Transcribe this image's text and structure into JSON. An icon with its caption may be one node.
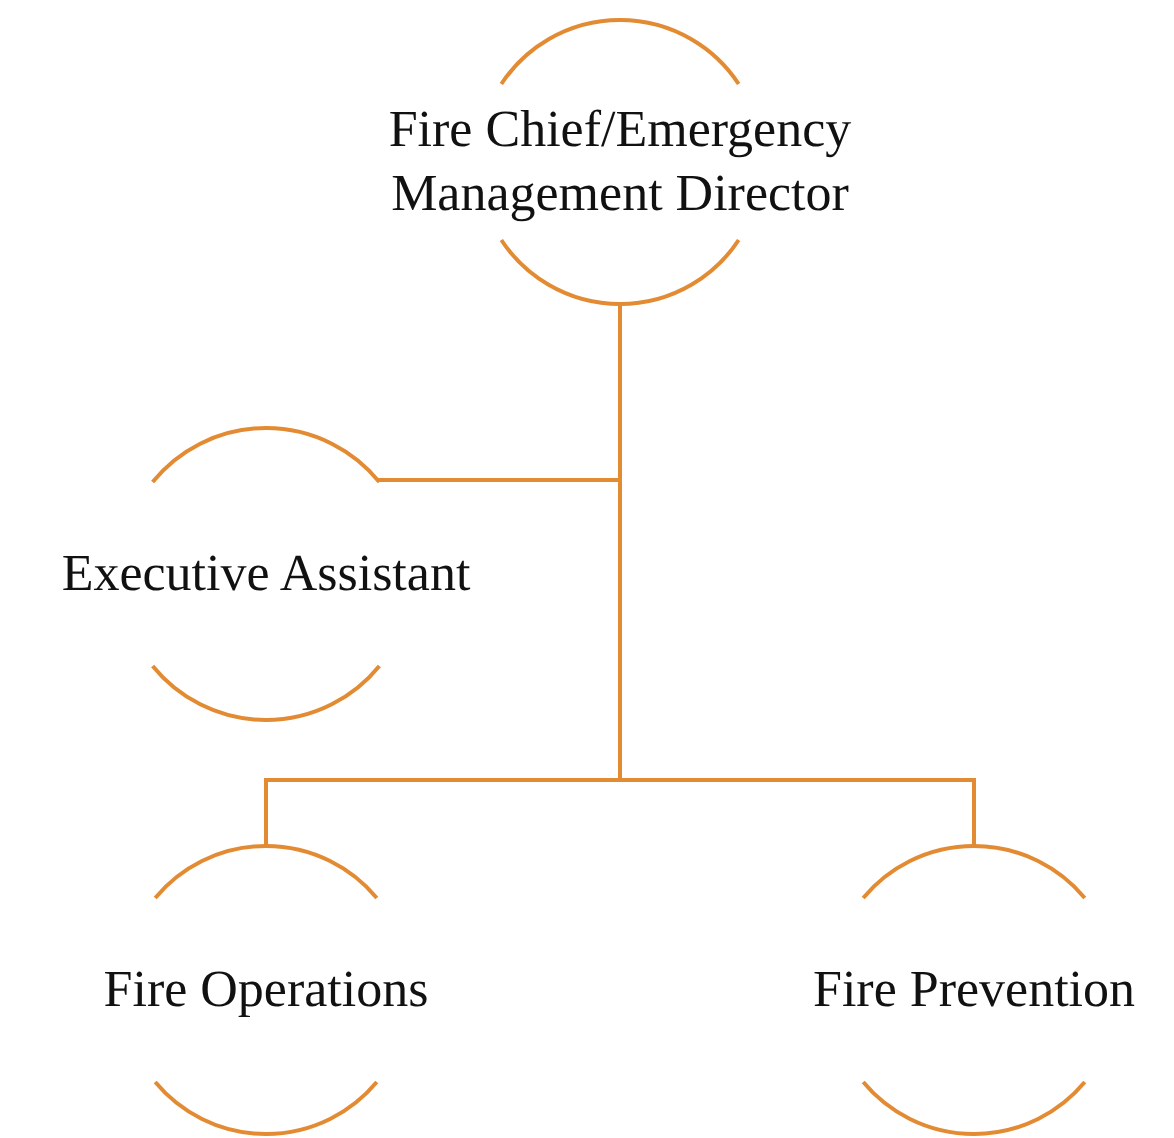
{
  "diagram": {
    "nodes": [
      {
        "text": [
          "Fire Chief/Emergency Management Director"
        ]
      },
      {
        "text": [
          "Executive Assistant"
        ]
      },
      {
        "text": [
          "Fire Operations"
        ]
      },
      {
        "text": [
          "Fire Prevention"
        ]
      }
    ],
    "edges": [
      {
        "from": 0,
        "to": 1,
        "arrow": "none"
      },
      {
        "from": 0,
        "to": 2,
        "arrow": "none"
      },
      {
        "from": 0,
        "to": 3,
        "arrow": "none"
      }
    ]
  }
}
